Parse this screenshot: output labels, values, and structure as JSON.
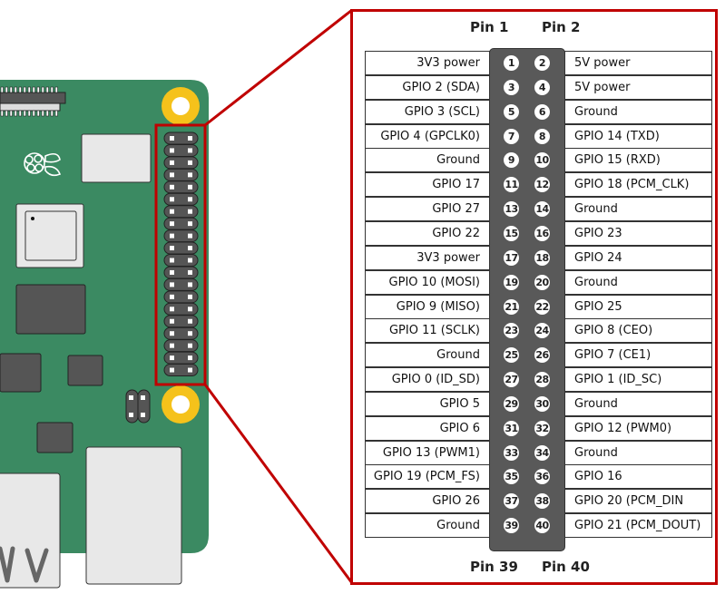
{
  "title": "Raspberry Pi GPIO header pinout",
  "colors": {
    "board": "#3b8a62",
    "highlight": "#c00000",
    "header": "#595959",
    "mount_hole": "#f5c21b",
    "component_dark": "#555555",
    "component_light": "#e8e8e8"
  },
  "labels": {
    "pin1": "Pin 1",
    "pin2": "Pin 2",
    "pin39": "Pin 39",
    "pin40": "Pin 40"
  },
  "rows": [
    {
      "odd": 1,
      "even": 2,
      "left": "3V3 power",
      "right": "5V power"
    },
    {
      "odd": 3,
      "even": 4,
      "left": "GPIO 2 (SDA)",
      "right": "5V power"
    },
    {
      "odd": 5,
      "even": 6,
      "left": "GPIO 3 (SCL)",
      "right": "Ground"
    },
    {
      "odd": 7,
      "even": 8,
      "left": "GPIO 4 (GPCLK0)",
      "right": "GPIO 14 (TXD)"
    },
    {
      "odd": 9,
      "even": 10,
      "left": "Ground",
      "right": "GPIO 15 (RXD)"
    },
    {
      "odd": 11,
      "even": 12,
      "left": "GPIO 17",
      "right": "GPIO 18 (PCM_CLK)"
    },
    {
      "odd": 13,
      "even": 14,
      "left": "GPIO 27",
      "right": "Ground"
    },
    {
      "odd": 15,
      "even": 16,
      "left": "GPIO 22",
      "right": "GPIO 23"
    },
    {
      "odd": 17,
      "even": 18,
      "left": "3V3 power",
      "right": "GPIO 24"
    },
    {
      "odd": 19,
      "even": 20,
      "left": "GPIO 10 (MOSI)",
      "right": "Ground"
    },
    {
      "odd": 21,
      "even": 22,
      "left": "GPIO 9 (MISO)",
      "right": "GPIO 25"
    },
    {
      "odd": 23,
      "even": 24,
      "left": "GPIO 11 (SCLK)",
      "right": "GPIO 8 (CEO)"
    },
    {
      "odd": 25,
      "even": 26,
      "left": "Ground",
      "right": "GPIO 7 (CE1)"
    },
    {
      "odd": 27,
      "even": 28,
      "left": "GPIO 0 (ID_SD)",
      "right": "GPIO 1 (ID_SC)"
    },
    {
      "odd": 29,
      "even": 30,
      "left": "GPIO 5",
      "right": "Ground"
    },
    {
      "odd": 31,
      "even": 32,
      "left": "GPIO 6",
      "right": "GPIO 12 (PWM0)"
    },
    {
      "odd": 33,
      "even": 34,
      "left": "GPIO 13 (PWM1)",
      "right": "Ground"
    },
    {
      "odd": 35,
      "even": 36,
      "left": "GPIO 19 (PCM_FS)",
      "right": "GPIO 16"
    },
    {
      "odd": 37,
      "even": 38,
      "left": "GPIO 26",
      "right": "GPIO 20 (PCM_DIN"
    },
    {
      "odd": 39,
      "even": 40,
      "left": "Ground",
      "right": "GPIO 21 (PCM_DOUT)"
    }
  ]
}
